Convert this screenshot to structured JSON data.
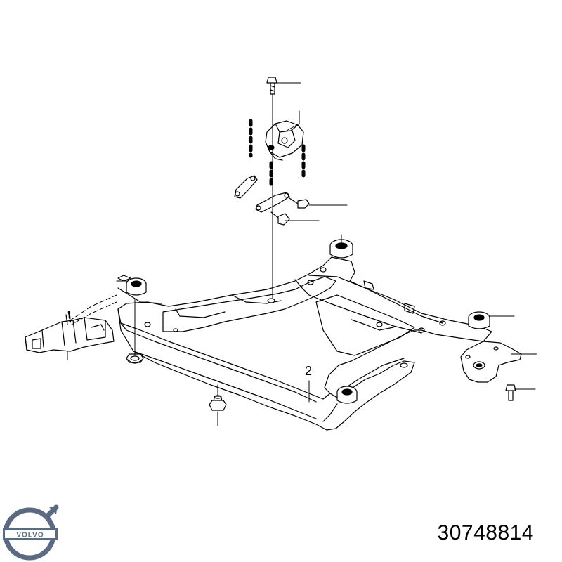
{
  "diagram": {
    "callouts": [
      "2"
    ]
  },
  "brand": {
    "logo_text": "VOLVO",
    "logo_color": "#5a6a82"
  },
  "part_number": "30748814",
  "colors": {
    "line": "#000000",
    "fill": "#ffffff",
    "shade": "#d9d9d9"
  }
}
